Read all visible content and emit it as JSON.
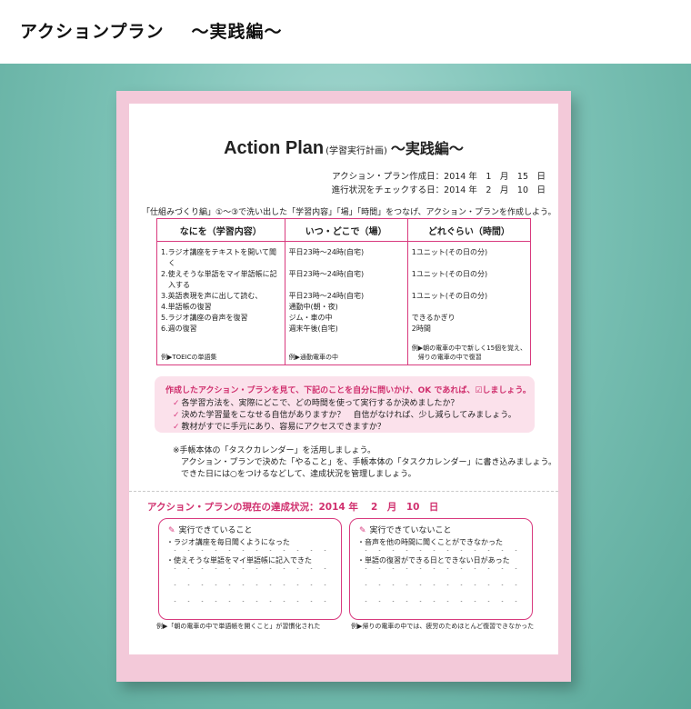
{
  "header": {
    "title": "アクションプラン",
    "subtitle": "〜実践編〜"
  },
  "doc": {
    "title_en": "Action Plan",
    "title_paren": "(学習実行計画)",
    "title_jp": "〜実践編〜",
    "created_label": "アクション・プラン作成日：2014 年　1　月　15　日",
    "check_label": "進行状況をチェックする日：2014 年　2　月　10　日",
    "intro": "「仕組みづくり編」①〜③で洗い出した「学習内容」「場」「時間」をつなげ、アクション・プランを作成しよう。",
    "table": {
      "headers": [
        "なにを（学習内容）",
        "いつ・どこで（場）",
        "どれぐらい（時間）"
      ],
      "col1": [
        "1.ラジオ講座をテキストを開いて聞",
        "　く",
        "2.使えそうな単語をマイ単語帳に記",
        "　入する",
        "3.英語表現を声に出して読む、",
        "4.単語帳の復習",
        "5.ラジオ講座の音声を復習",
        "6.週の復習"
      ],
      "col2": [
        "平日23時〜24時(自宅)",
        "",
        "平日23時〜24時(自宅)",
        "",
        "平日23時〜24時(自宅)",
        "通勤中(朝・夜)",
        "ジム・車の中",
        "週末午後(自宅)"
      ],
      "col3": [
        "1ユニット(その日の分)",
        "",
        "1ユニット(その日の分)",
        "",
        "1ユニット(その日の分)",
        "",
        "できるかぎり",
        "2時間"
      ],
      "ex1": "例▶TOEICの単語集",
      "ex2": "例▶通勤電車の中",
      "ex3a": "例▶朝の電車の中で新しく15個を覚え、",
      "ex3b": "　帰りの電車の中で復習"
    },
    "checklist": {
      "lead": "作成したアクション・プランを見て、下記のことを自分に問いかけ、OK であれば、☑しましょう。",
      "items": [
        "各学習方法を、実際にどこで、どの時間を使って実行するか決めましたか？",
        "決めた学習量をこなせる自信がありますか？　自信がなければ、少し減らしてみましょう。",
        "教材がすでに手元にあり、容易にアクセスできますか？"
      ]
    },
    "notes": [
      "※手帳本体の「タスクカレンダー」を活用しましょう。",
      "　アクション・プランで決めた「やること」を、手帳本体の「タスクカレンダー」に書き込みましょう。",
      "　できた日には○をつけるなどして、達成状況を管理しましょう。"
    ],
    "status": "アクション・プランの現在の達成状況：2014 年　 2　月　10　日",
    "done": {
      "title": "実行できていること",
      "lines": [
        "・ラジオ講座を毎日聞くようになった",
        "・使えそうな単語をマイ単語帳に記入できた"
      ],
      "example": "例▶「朝の電車の中で単語帳を開くこと」が習慣化された"
    },
    "notdone": {
      "title": "実行できていないこと",
      "lines": [
        "・音声を他の時間に聞くことができなかった",
        "・単語の復習ができる日とできない日があった"
      ],
      "example": "例▶帰りの電車の中では、疲労のためほとんど復習できなかった"
    }
  }
}
